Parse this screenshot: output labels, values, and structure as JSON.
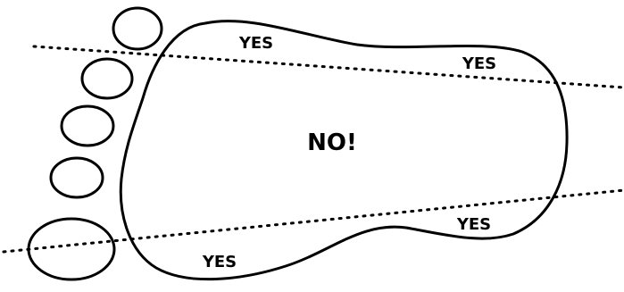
{
  "labels": {
    "center": "NO!",
    "yes_top_left": "YES",
    "yes_top_right": "YES",
    "yes_bottom_right": "YES",
    "yes_bottom_left": "YES"
  },
  "colors": {
    "stroke": "#000000",
    "background": "#ffffff"
  }
}
